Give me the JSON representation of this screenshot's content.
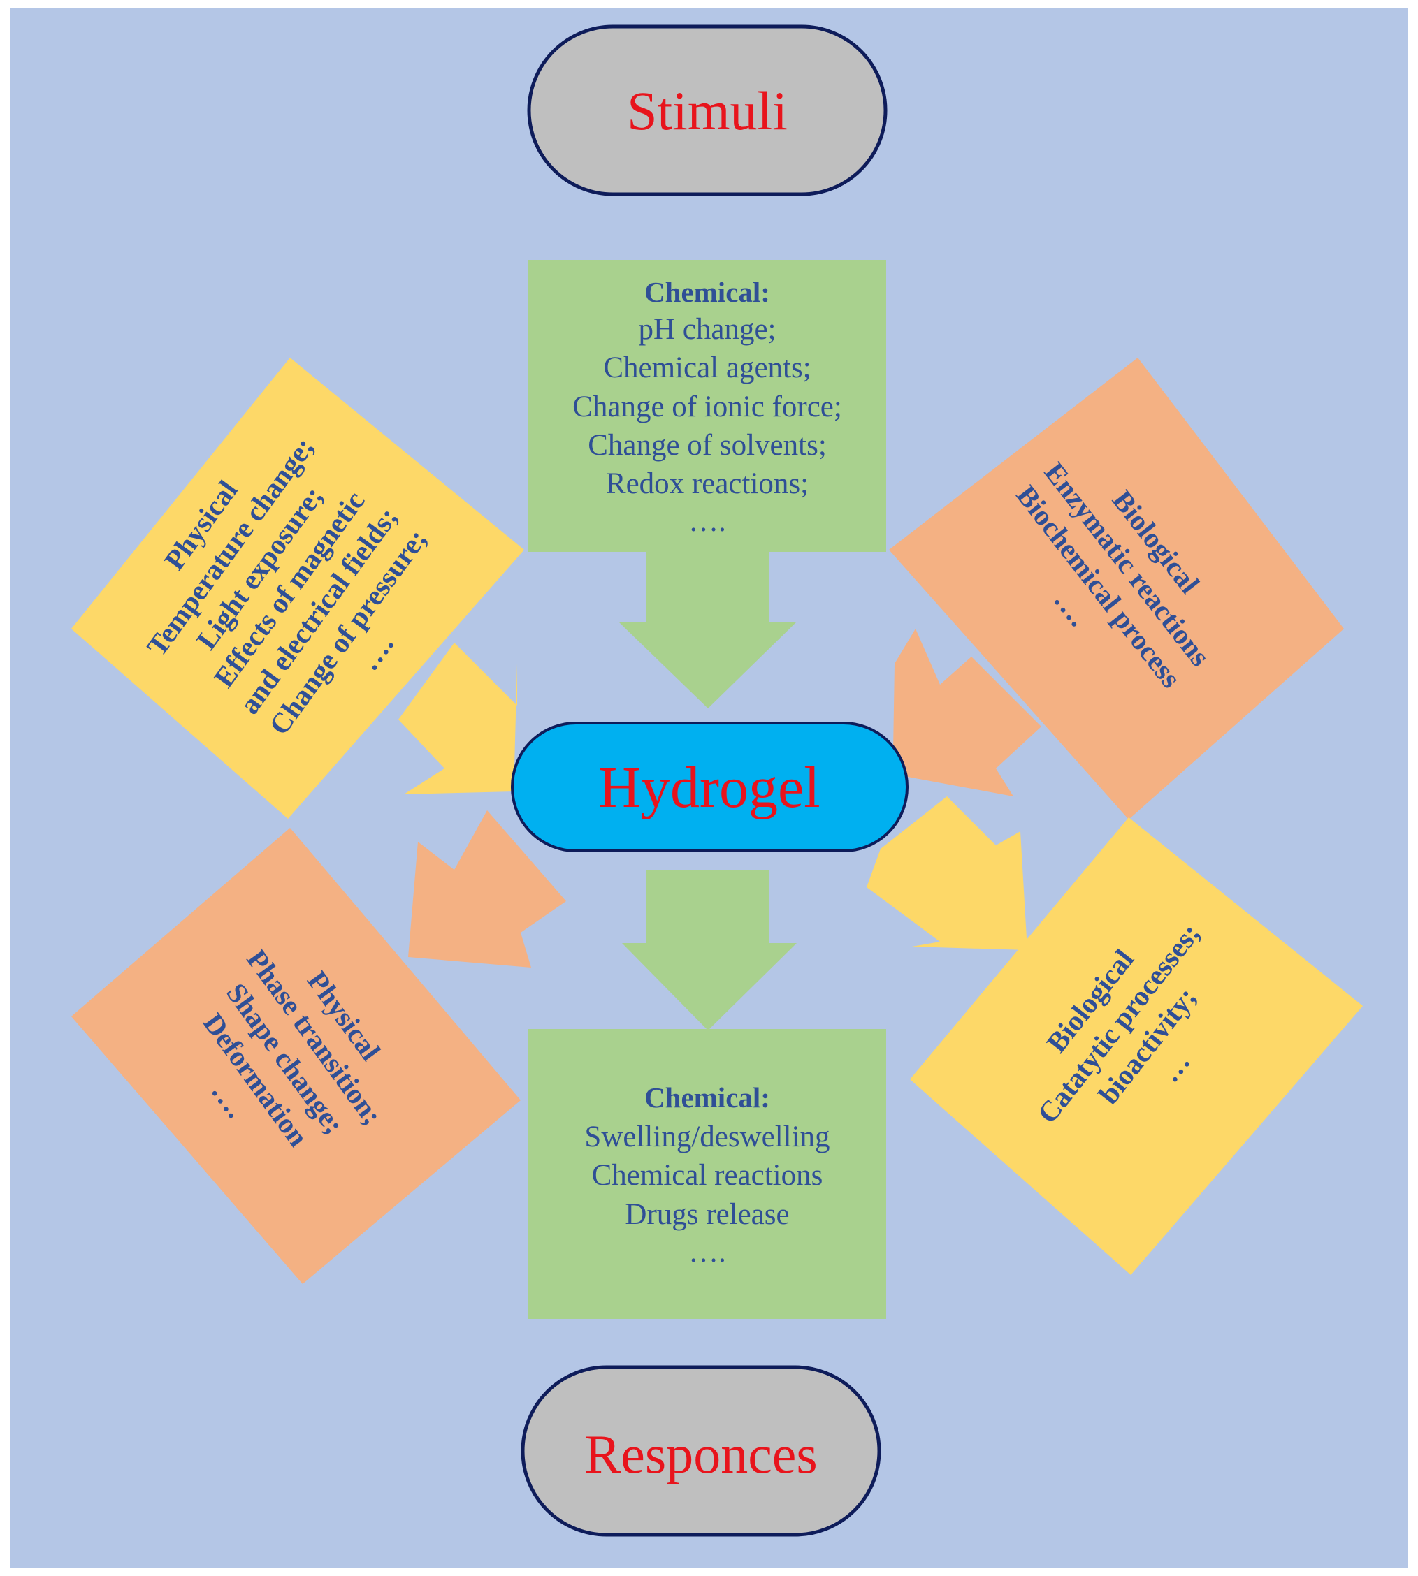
{
  "colors": {
    "background": "#b4c6e6",
    "green": "#a9d18e",
    "yellow": "#fdd868",
    "orange": "#f4b183",
    "pill_gray": "#bfbfbf",
    "pill_blue": "#00b0f0",
    "pill_border": "#0e1c5a",
    "title_red": "#e8141c",
    "text_blue": "#2f4f96"
  },
  "stimuli": {
    "title": "Stimuli",
    "chemical": {
      "heading": "Chemical:",
      "items": [
        "pH change;",
        "Chemical agents;",
        "Change of ionic force;",
        "Change of solvents;",
        "Redox reactions;",
        "…."
      ]
    },
    "physical": {
      "heading": "Physical",
      "items": [
        "Temperature change;",
        "Light exposure;",
        "Effects of magnetic",
        "and electrical fields;",
        "Change of pressure;",
        "…."
      ]
    },
    "biological": {
      "heading": "Biological",
      "items": [
        "Enzymatic reactions",
        "Biochemical process",
        "…."
      ]
    }
  },
  "center": {
    "title": "Hydrogel"
  },
  "responses": {
    "title": "Responces",
    "chemical": {
      "heading": "Chemical:",
      "items": [
        "Swelling/deswelling",
        "Chemical reactions",
        "Drugs release",
        "…."
      ]
    },
    "physical": {
      "heading": "Physical",
      "items": [
        "Phase transition;",
        "Shape change;",
        "Deformation",
        "…."
      ]
    },
    "biological": {
      "heading": "Biological",
      "items": [
        "Catatytic processes;",
        "bioactivity;",
        "…"
      ]
    }
  }
}
